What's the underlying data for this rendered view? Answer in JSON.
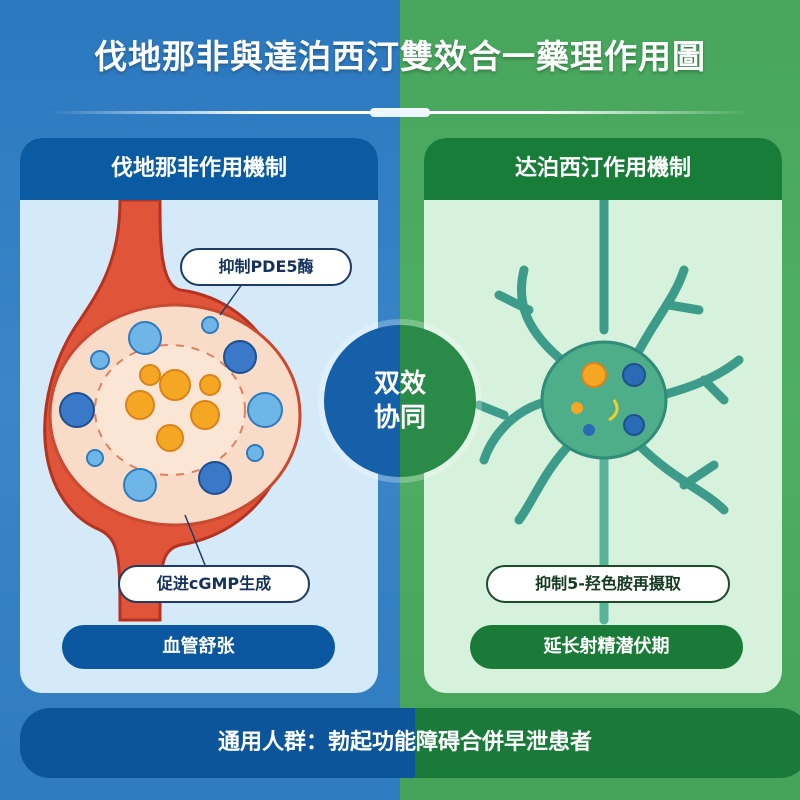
{
  "title": "伐地那非與達泊西汀雙效合一藥理作用圖",
  "left_panel": {
    "header": "伐地那非作用機制",
    "label_top": "抑制PDE5酶",
    "label_bottom": "促进cGMP生成",
    "result": "血管舒张",
    "color": "#0b5ba3"
  },
  "right_panel": {
    "header": "达泊西汀作用機制",
    "label": "抑制5-羟色胺再摄取",
    "result": "延长射精潜伏期",
    "color": "#197d3a"
  },
  "center": {
    "line1": "双效",
    "line2": "协同"
  },
  "footer": "通用人群：勃起功能障碍合併早泄患者"
}
